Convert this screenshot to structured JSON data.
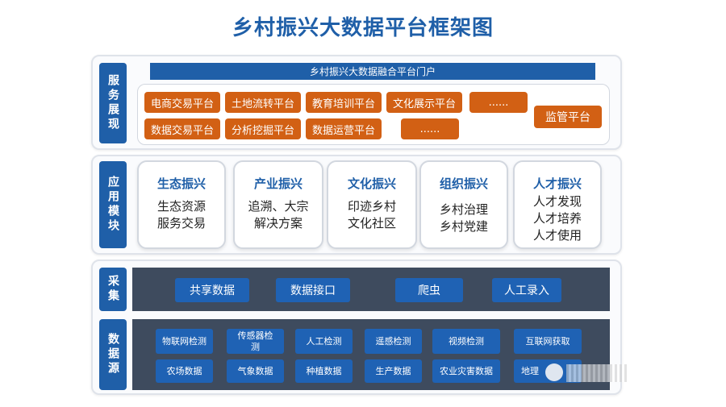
{
  "title": "乡村振兴大数据平台框架图",
  "service": {
    "label": "服务展现",
    "portal": "乡村振兴大数据融合平台门户",
    "row1": [
      "电商交易平台",
      "土地流转平台",
      "教育培训平台",
      "文化展示平台",
      "......"
    ],
    "row2": [
      "数据交易平台",
      "分析挖掘平台",
      "数据运营平台",
      "......"
    ],
    "supervise": "监管平台"
  },
  "app": {
    "label": "应用模块",
    "modules": [
      {
        "title": "生态振兴",
        "lines": [
          "生态资源",
          "服务交易"
        ]
      },
      {
        "title": "产业振兴",
        "lines": [
          "追溯、大宗",
          "解决方案"
        ]
      },
      {
        "title": "文化振兴",
        "lines": [
          "印迹乡村",
          "文化社区"
        ]
      },
      {
        "title": "组织振兴",
        "lines": [
          "乡村治理",
          "乡村党建"
        ]
      },
      {
        "title": "人才振兴",
        "lines": [
          "人才发现",
          "人才培养",
          "人才使用"
        ]
      }
    ]
  },
  "collect": {
    "label": "采集",
    "items": [
      "共享数据",
      "数据接口",
      "爬虫",
      "人工录入"
    ]
  },
  "source": {
    "label": "数据源",
    "row1": [
      "物联网检测",
      "传感器检测",
      "人工检测",
      "遥感检测",
      "视频检测",
      "互联网获取"
    ],
    "row2": [
      "农场数据",
      "气象数据",
      "种植数据",
      "生产数据",
      "农业灾害数据",
      "地理"
    ]
  },
  "colors": {
    "title_blue": "#1f5fa8",
    "orange": "#d26014",
    "dark_panel": "#3e4b5e",
    "button_blue": "#1f62b4"
  }
}
